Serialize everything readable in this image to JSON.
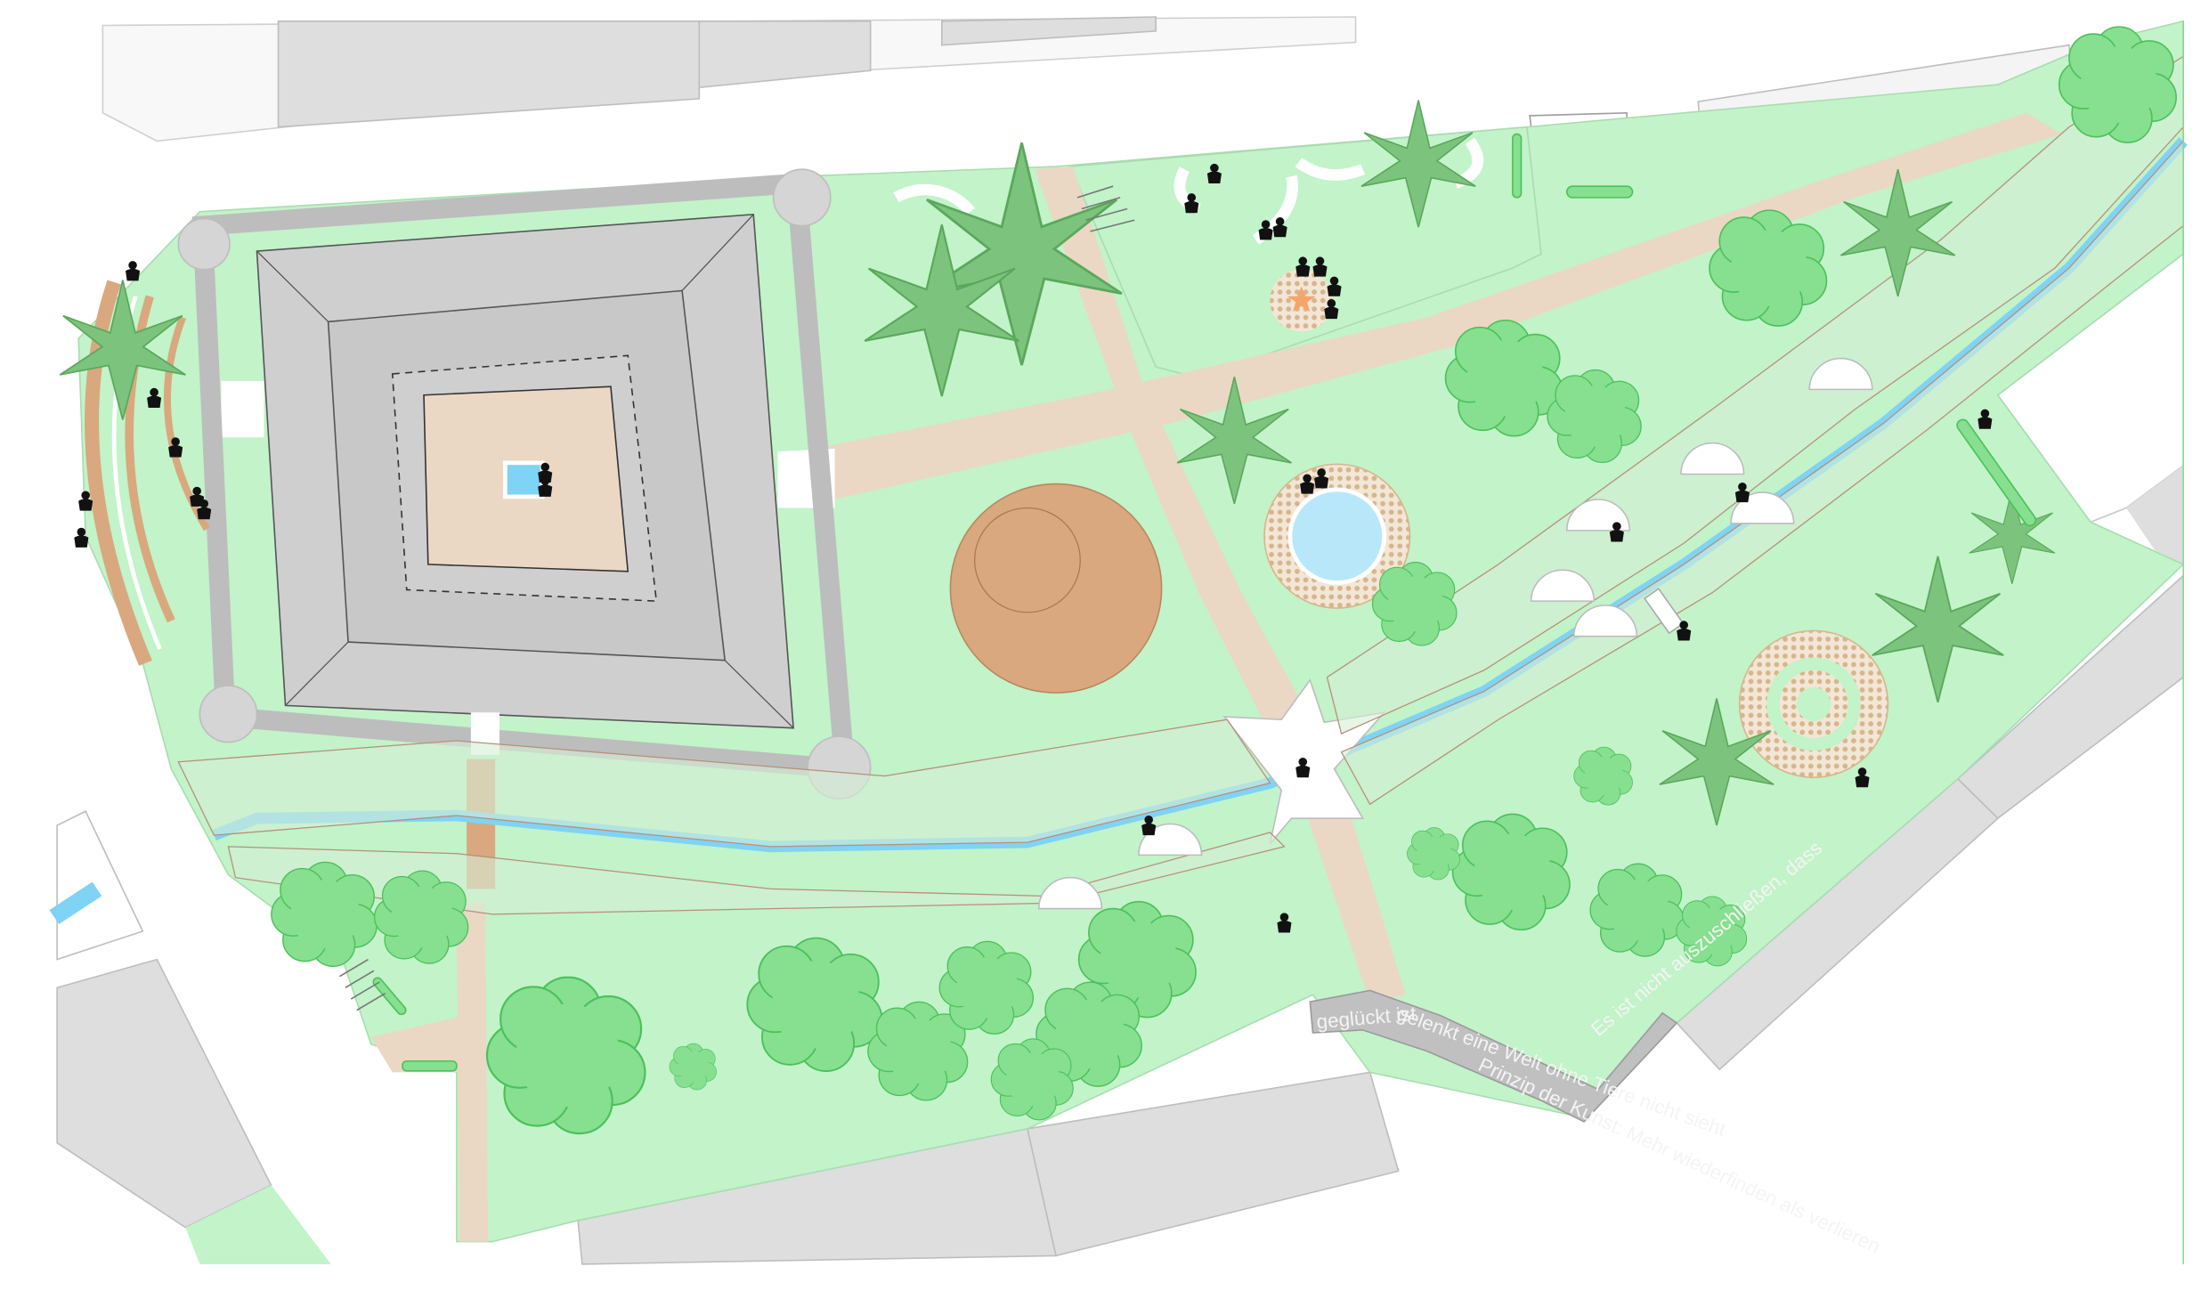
{
  "plan": {
    "wall_inscription": {
      "line1": "Es ist nicht auszuschließen, dass",
      "line2": "Prinzip der Kunst: Mehr wiederfinden als verlieren",
      "line3": "gelenkt eine Welt ohne Tiere nicht sieht",
      "line4": "geglückt ist"
    }
  },
  "colors": {
    "lawn": "#c2f3c9",
    "path": "#ead8c4",
    "building": "#dedede",
    "roof_light": "#cfcfcf",
    "roof_dark": "#c0c0c0",
    "stream": "#7fd3f4",
    "tree": "#86e08f",
    "tree_dark": "#5fd36e",
    "star_plant": "#7cc47d",
    "terracotta": "#d9a87f",
    "pool": "#b9e7fa",
    "person": "#111111"
  },
  "icons": [
    "tree-icon",
    "star-plant-icon",
    "person-icon",
    "bench-icon",
    "fountain-icon",
    "fire-pit-icon"
  ]
}
